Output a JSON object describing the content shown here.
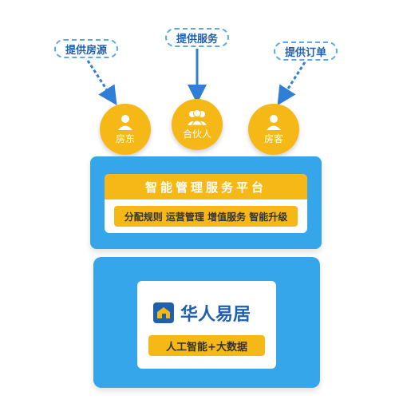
{
  "top_labels": {
    "left": "提供房源",
    "center": "提供服务",
    "right": "提供订单"
  },
  "roles": {
    "landlord": "房东",
    "partner": "合伙人",
    "guest": "房客"
  },
  "platform": {
    "title": "智能管理服务平台",
    "functions": "分配规则 运营管理 增值服务 智能升级"
  },
  "base": {
    "brand": "华人易居",
    "tech": "人工智能+大数据"
  },
  "colors": {
    "accent_yellow": "#f6b817",
    "platform_blue": "#35a6ea",
    "brand_blue": "#1f5fb0",
    "arrow_blue": "#2f7fd6"
  },
  "icons": {
    "landlord": "person-icon",
    "partner": "group-icon",
    "guest": "person-icon",
    "brand": "house-logo-icon"
  }
}
